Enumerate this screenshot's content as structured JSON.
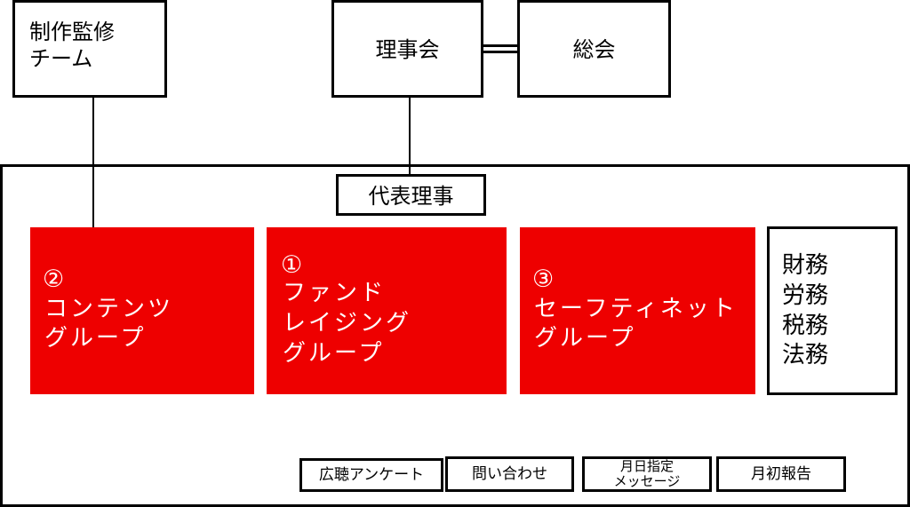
{
  "colors": {
    "group_fill": "#ee0000",
    "group_text": "#ffffff",
    "border": "#000000",
    "background": "#ffffff"
  },
  "nodes": {
    "production_team": "制作監修\nチーム",
    "board": "理事会",
    "general_meeting": "総会",
    "representative_director": "代表理事",
    "content_group": {
      "number": "②",
      "label": "コンテンツ\nグループ"
    },
    "fundraising_group": {
      "number": "①",
      "label": "ファンド\nレイジング\nグループ"
    },
    "safety_net_group": {
      "number": "③",
      "label": "セーフティネット\nグループ"
    },
    "admin_box": "財務\n労務\n税務\n法務"
  },
  "bottom_items": [
    "広聴アンケート",
    "問い合わせ",
    "月日指定\nメッセージ",
    "月初報告"
  ]
}
